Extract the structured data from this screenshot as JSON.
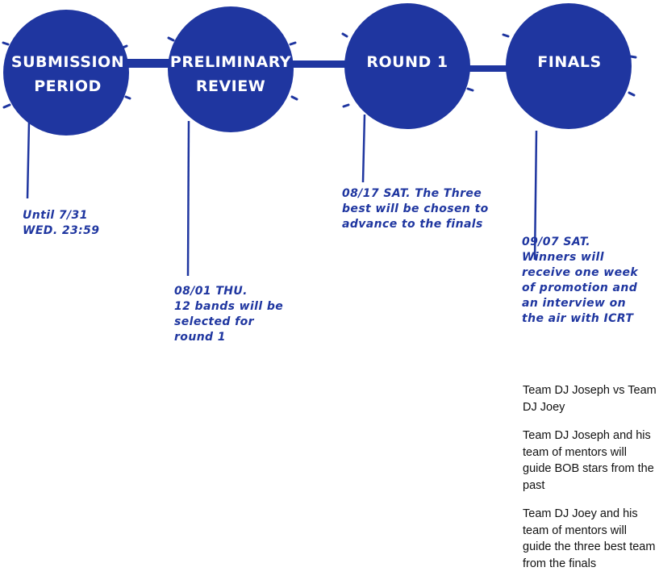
{
  "accent_color": "#1f36a0",
  "stages": [
    {
      "title_lines": [
        "SUBMISSION",
        "PERIOD"
      ]
    },
    {
      "title_lines": [
        "PRELIMINARY",
        "REVIEW"
      ]
    },
    {
      "title_lines": [
        "ROUND 1"
      ]
    },
    {
      "title_lines": [
        "FINALS"
      ]
    }
  ],
  "notes": [
    {
      "lines": [
        "Until  7/31",
        "WED. 23:59"
      ]
    },
    {
      "lines": [
        "08/01  THU.",
        "12  bands will be",
        "selected for",
        "round  1"
      ]
    },
    {
      "lines": [
        "08/17  SAT. The  Three",
        "best  will  be chosen to",
        "advance to the finals"
      ]
    },
    {
      "lines": [
        "09/07  SAT.",
        "Winners will",
        "receive one week",
        "of  promotion and",
        "an  interview on",
        "the  air with ICRT"
      ]
    }
  ],
  "teams": {
    "paragraphs": [
      "Team DJ Joseph vs Team DJ Joey",
      "Team DJ Joseph and his team of mentors will guide BOB stars from the past",
      "Team DJ Joey and his team of mentors will guide the three best team from the finals"
    ]
  }
}
